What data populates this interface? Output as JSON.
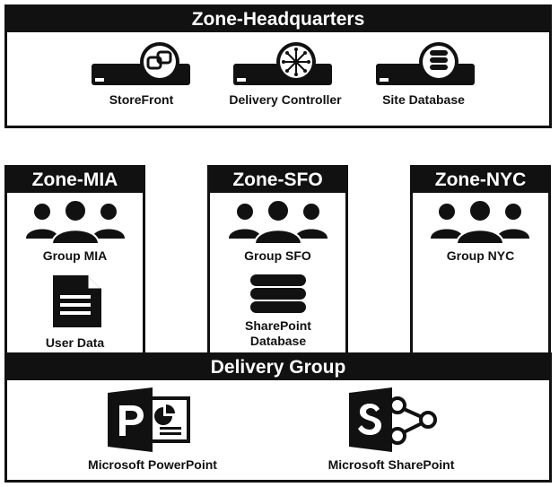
{
  "headquarters": {
    "title": "Zone-Headquarters",
    "items": [
      {
        "label": "StoreFront",
        "icon": "storefront-server-icon"
      },
      {
        "label": "Delivery Controller",
        "icon": "delivery-controller-server-icon"
      },
      {
        "label": "Site Database",
        "icon": "site-database-server-icon"
      }
    ]
  },
  "zones": [
    {
      "title": "Zone-MIA",
      "group": "Group MIA",
      "extra": "User Data",
      "extra_icon": "document-icon"
    },
    {
      "title": "Zone-SFO",
      "group": "Group SFO",
      "extra": "SharePoint Database",
      "extra_icon": "database-icon"
    },
    {
      "title": "Zone-NYC",
      "group": "Group NYC"
    }
  ],
  "delivery_group": {
    "title": "Delivery Group",
    "apps": [
      {
        "label": "Microsoft PowerPoint",
        "icon": "powerpoint-icon"
      },
      {
        "label": "Microsoft SharePoint",
        "icon": "sharepoint-icon"
      }
    ]
  },
  "colors": {
    "ink": "#111111",
    "paper": "#ffffff"
  }
}
